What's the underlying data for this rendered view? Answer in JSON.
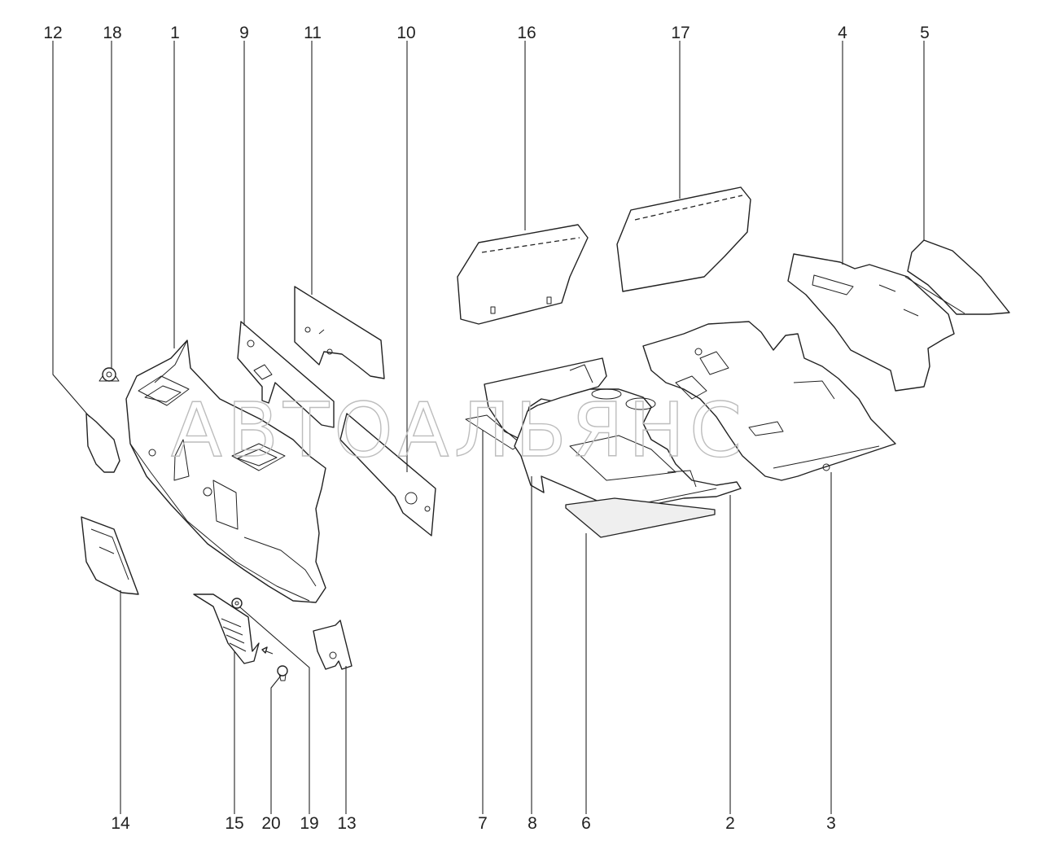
{
  "diagram": {
    "top_labels": [
      "12",
      "18",
      "1",
      "9",
      "11",
      "10",
      "16",
      "17",
      "4",
      "5"
    ],
    "bottom_labels": [
      "14",
      "15",
      "20",
      "19",
      "13",
      "7",
      "8",
      "6",
      "2",
      "3"
    ],
    "watermark": "АВТОАЛЬЯНС"
  }
}
